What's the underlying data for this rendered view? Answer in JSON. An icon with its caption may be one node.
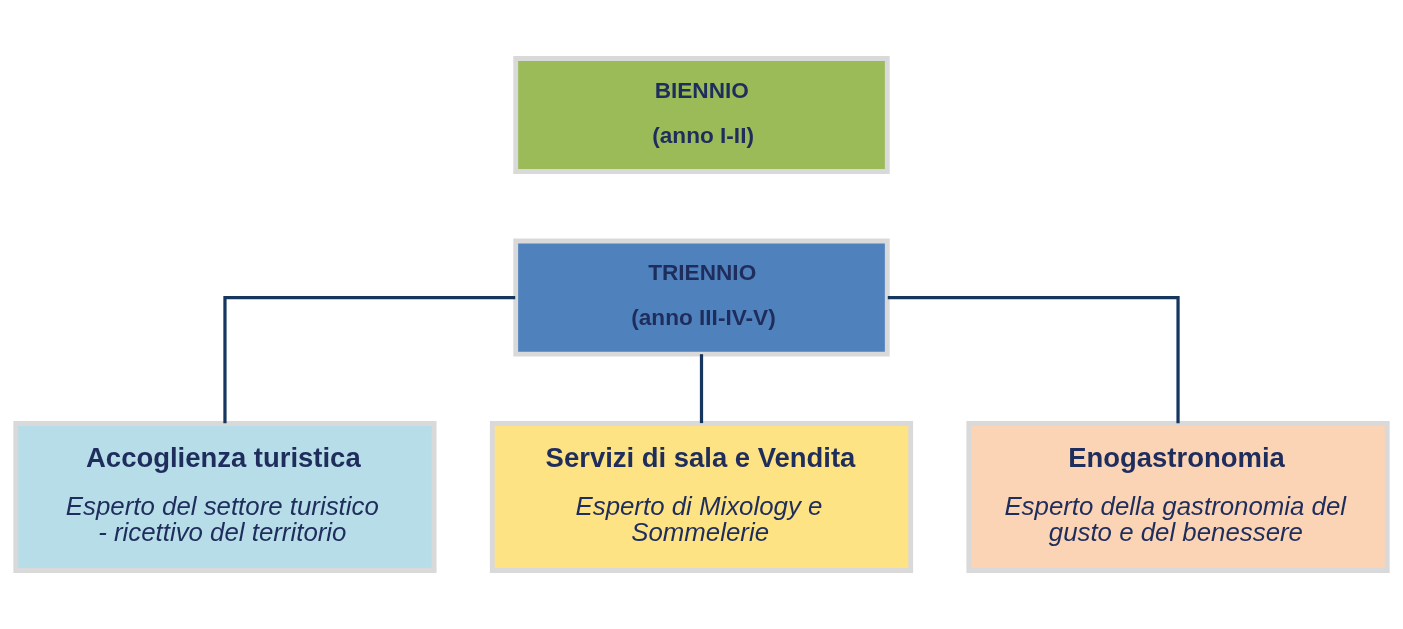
{
  "diagram": {
    "nodes": [
      {
        "text": [
          "BIENNIO",
          "(anno I-II)"
        ]
      },
      {
        "text": [
          "TRIENNIO",
          "(anno III-IV-V)"
        ]
      },
      {
        "text": [
          "Accoglienza turistica",
          "Esperto del settore turistico - ricettivo del territorio"
        ]
      },
      {
        "text": [
          "Servizi di sala e Vendita",
          "Esperto di Mixology e Sommelerie"
        ]
      },
      {
        "text": [
          "Enogastronomia",
          "Esperto della gastronomia del gusto e del benessere"
        ]
      }
    ],
    "edges": [
      {
        "from": 1,
        "to": 2,
        "arrow": "none"
      },
      {
        "from": 1,
        "to": 3,
        "arrow": "none"
      },
      {
        "from": 1,
        "to": 4,
        "arrow": "none"
      }
    ]
  }
}
